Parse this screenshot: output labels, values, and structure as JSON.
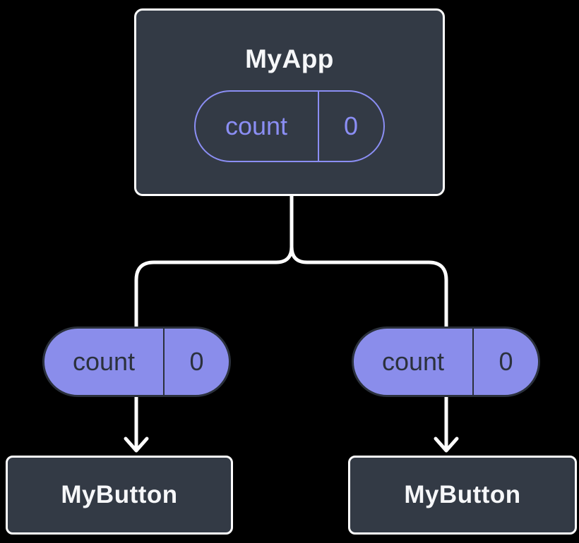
{
  "colors": {
    "background": "#000000",
    "node_fill": "#333A45",
    "node_border": "#FFFFFF",
    "node_title": "#F6F7F9",
    "purple_outline": "#8B8EF4",
    "purple_fill": "#8A8DEB",
    "pill_dark": "#2B313C",
    "connector": "#FFFFFF"
  },
  "root_node": {
    "title": "MyApp",
    "state_pill": {
      "label": "count",
      "value": "0"
    }
  },
  "left_branch": {
    "prop_pill": {
      "label": "count",
      "value": "0"
    },
    "node": {
      "title": "MyButton"
    }
  },
  "right_branch": {
    "prop_pill": {
      "label": "count",
      "value": "0"
    },
    "node": {
      "title": "MyButton"
    }
  }
}
